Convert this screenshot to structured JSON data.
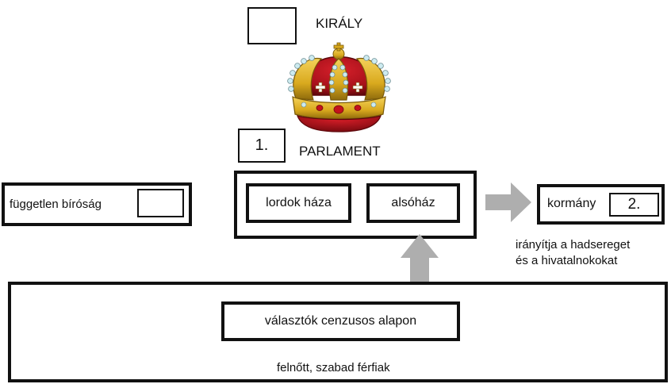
{
  "king": {
    "label": "KIRÁLY",
    "answer_box": ""
  },
  "crown": {
    "icon": "crown-icon",
    "colors": {
      "gold": "#E0B526",
      "gold_dark": "#9A7410",
      "velvet": "#B0131A",
      "velvet_dark": "#6E0A0E",
      "pearl": "#C9E9EE",
      "ruby": "#C4121C"
    }
  },
  "parliament": {
    "label": "PARLAMENT",
    "number_box": "1.",
    "houses": [
      "lordok háza",
      "alsóház"
    ]
  },
  "court": {
    "label": "független bíróság",
    "answer_box": ""
  },
  "government": {
    "label": "kormány",
    "number_box": "2.",
    "note_line1": "irányítja a hadsereget",
    "note_line2": "és a hivatalnokokat"
  },
  "electorate": {
    "voters_label": "választók cenzusos alapon",
    "men_label": "felnőtt, szabad férfiak"
  },
  "arrows": {
    "color": "#AEAEAE",
    "icons": [
      "arrow-right-icon",
      "arrow-up-icon"
    ]
  }
}
